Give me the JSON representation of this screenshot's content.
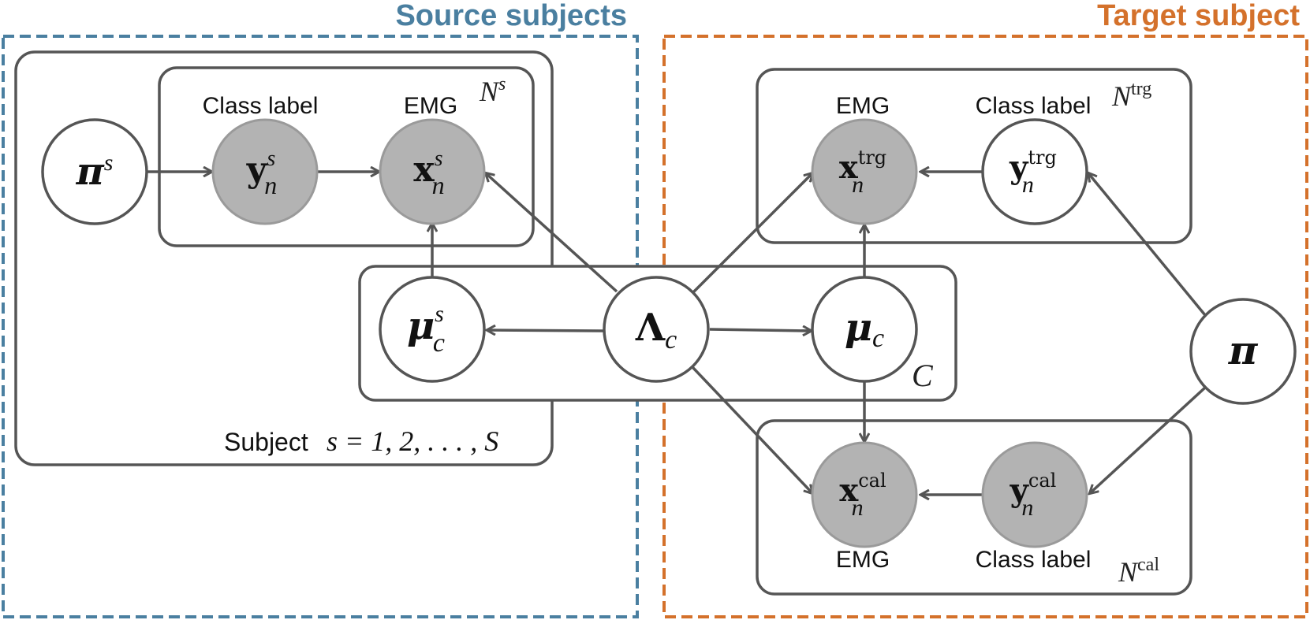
{
  "colors": {
    "source": "#4a7fa0",
    "target": "#d4712b",
    "stroke": "#555555",
    "observed_fill": "#b3b3b3",
    "observed_stroke": "#9a9a9a",
    "latent_fill": "#ffffff"
  },
  "groups": {
    "source_title": "Source subjects",
    "target_title": "Target subject"
  },
  "plates": {
    "source_subject_label": "Subject",
    "source_subject_range": "s = 1, 2, . . . , S",
    "source_n_base": "N",
    "source_n_sup": "s",
    "class_label": "C",
    "trg_n_base": "N",
    "trg_n_sup": "trg",
    "cal_n_base": "N",
    "cal_n_sup": "cal"
  },
  "labels": {
    "src_class_label": "Class label",
    "src_emg": "EMG",
    "trg_emg": "EMG",
    "trg_class_label": "Class label",
    "cal_emg": "EMG",
    "cal_class_label": "Class label"
  },
  "nodes": {
    "pi_s": {
      "base": "π",
      "sup": "s",
      "observed": false
    },
    "y_s": {
      "base": "y",
      "sup": "s",
      "sub": "n",
      "observed": true
    },
    "x_s": {
      "base": "x",
      "sup": "s",
      "sub": "n",
      "observed": true
    },
    "mu_s": {
      "base": "μ",
      "sup": "s",
      "sub": "c",
      "observed": false
    },
    "lambda": {
      "base": "Λ",
      "sub": "c",
      "observed": false
    },
    "mu_c": {
      "base": "μ",
      "sub": "c",
      "observed": false
    },
    "x_trg": {
      "base": "x",
      "sup": "trg",
      "sub": "n",
      "observed": true
    },
    "y_trg": {
      "base": "y",
      "sup": "trg",
      "sub": "n",
      "observed": false
    },
    "pi": {
      "base": "π",
      "observed": false
    },
    "x_cal": {
      "base": "x",
      "sup": "cal",
      "sub": "n",
      "observed": true
    },
    "y_cal": {
      "base": "y",
      "sup": "cal",
      "sub": "n",
      "observed": true
    }
  }
}
